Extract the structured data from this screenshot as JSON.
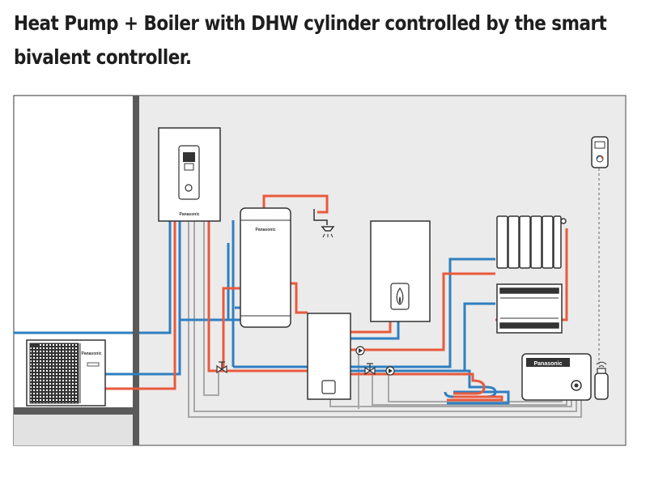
{
  "title": {
    "line1": "Heat Pump + Boiler with DHW cylinder controlled by the smart",
    "line2": "bivalent controller."
  },
  "labels": {
    "brand_indoor_unit": "Panasonic",
    "brand_cylinder": "Panasonic",
    "brand_outdoor_unit": "Panasonic",
    "brand_controller": "Panasonic"
  },
  "colors": {
    "flow_hot": "#e85a3d",
    "return_cold": "#2f7fc1",
    "signal_wire": "#a8a8a8",
    "room_background": "#ebebeb",
    "wall": "#5a5a5a",
    "outline": "#333333"
  }
}
